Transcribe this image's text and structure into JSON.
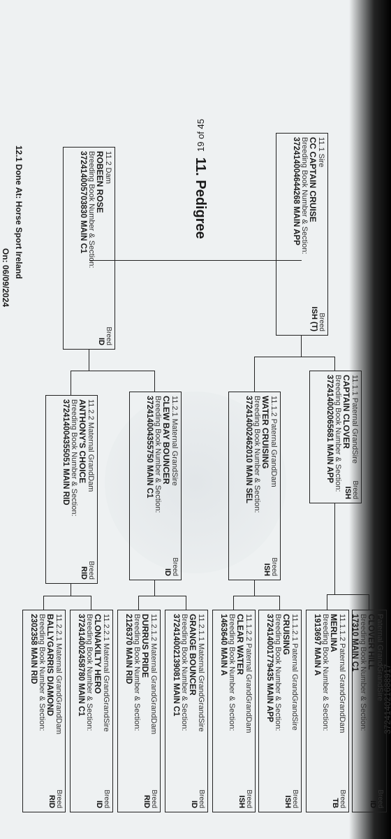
{
  "header": {
    "section_title": "11. Pedigree",
    "page_number": "19 of 45",
    "document_ref": "372414021688917"
  },
  "breed_label": "Breed",
  "bbk_label": "Breeding Book Number & Section:",
  "sire": {
    "heading": "11.1 Sire",
    "name": "CC CAPTAIN CRUISE",
    "number": "372414004644268 MAIN APP",
    "breed": "ISH (T)"
  },
  "dam": {
    "heading": "11.2 Dam",
    "name": "ROBEEN ROSE",
    "number": "372414005703830 MAIN C1",
    "breed": "ID"
  },
  "paternal_grandsire": {
    "heading": "11.1.1 Paternal GrandSire",
    "name": "CAPTAIN CLOVER",
    "number": "372414002065681 MAIN APP",
    "breed": "ISH"
  },
  "paternal_granddam": {
    "heading": "11.1.2 Paternal GrandDam",
    "name": "WATER CRUISING",
    "number": "372414002462010 MAIN SEL",
    "breed": "ISH"
  },
  "maternal_grandsire": {
    "heading": "11.2.1 Maternal GrandSire",
    "name": "CLEW BAY BOUNCER",
    "number": "372414004355750 MAIN C1",
    "breed": "ID"
  },
  "maternal_granddam": {
    "heading": "11.2.2 Maternal GrandDam",
    "name": "ANTHONY'S CHOICE",
    "number": "372414004355051 MAIN RID",
    "breed": "RID"
  },
  "ggp": [
    {
      "heading": "Paternal GrandGrandSire",
      "name": "CLOVER HILL",
      "number": "17310 MAIN C1",
      "breed": "ID"
    },
    {
      "heading": "11.1.1.2 Paternal GrandGrandDam",
      "name": "MERLINA",
      "number": "1913697 MAIN A",
      "breed": "TB"
    },
    {
      "heading": "11.1.2.1 Paternal GrandGrandSire",
      "name": "CRUISING",
      "number": "372414001779435 MAIN APP",
      "breed": "ISH"
    },
    {
      "heading": "11.1.2.2 Paternal GrandGrandDam",
      "name": "CLEAR WATER",
      "number": "1463640 MAIN A",
      "breed": "ISH"
    },
    {
      "heading": "11.2.1.1 Maternal GrandGrandSire",
      "name": "GRANGE BOUNCER",
      "number": "372414002139081 MAIN C1",
      "breed": "ID"
    },
    {
      "heading": "11.2.1.2 Maternal GrandGrandDam",
      "name": "DURRUS PRIDE",
      "number": "2126370 MAIN RID",
      "breed": "RID"
    },
    {
      "heading": "11.2.2.1 Maternal GrandGrandSire",
      "name": "CLONAKILTY HERO",
      "number": "372414002458780 MAIN C1",
      "breed": "ID"
    },
    {
      "heading": "11.2.2.1 Maternal GrandGrandDam",
      "name": "BALLYGARRIS DIAMOND",
      "number": "2302358 MAIN RID",
      "breed": "RID"
    }
  ],
  "footer": {
    "done_at": "12.1 Done At: Horse Sport Ireland",
    "date": "On: 06/09/2024"
  }
}
